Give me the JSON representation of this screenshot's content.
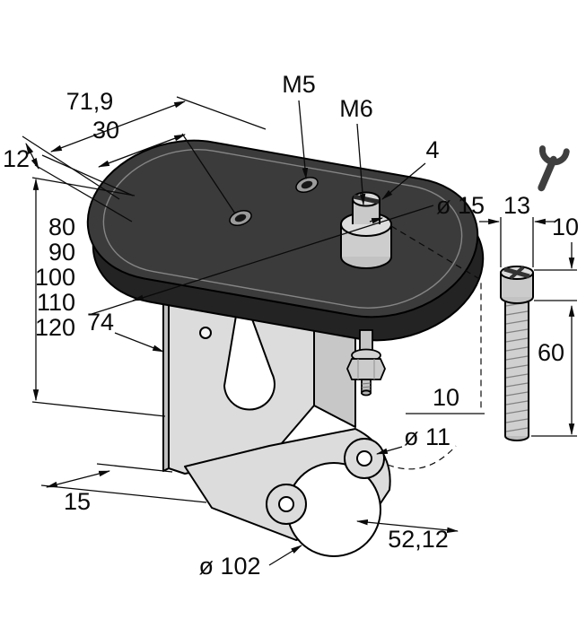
{
  "drawing": {
    "description": "Isometric technical drawing of a sensor mounting bracket with top plate, stud, lock nut and clamping screw",
    "colors": {
      "plate": "#3b3b3b",
      "plate_side": "#232323",
      "bracket": "#dcdcdc",
      "metal": "#d0d0d0",
      "line": "#0a0a0a",
      "background": "#ffffff"
    },
    "labels": {
      "len_71_9": "71,9",
      "len_30": "30",
      "thk_12": "12",
      "thread_m5": "M5",
      "thread_m6": "M6",
      "slot_4": "4",
      "dia_15": "ø 15",
      "width_13": "13",
      "head_10": "10",
      "h80": "80",
      "h90": "90",
      "h100": "100",
      "h110": "110",
      "h120": "120",
      "len_74": "74",
      "len_60": "60",
      "thk_10": "10",
      "dia_11": "ø 11",
      "len_15": "15",
      "len_52_12": "52,12",
      "dia_102": "ø 102"
    }
  }
}
